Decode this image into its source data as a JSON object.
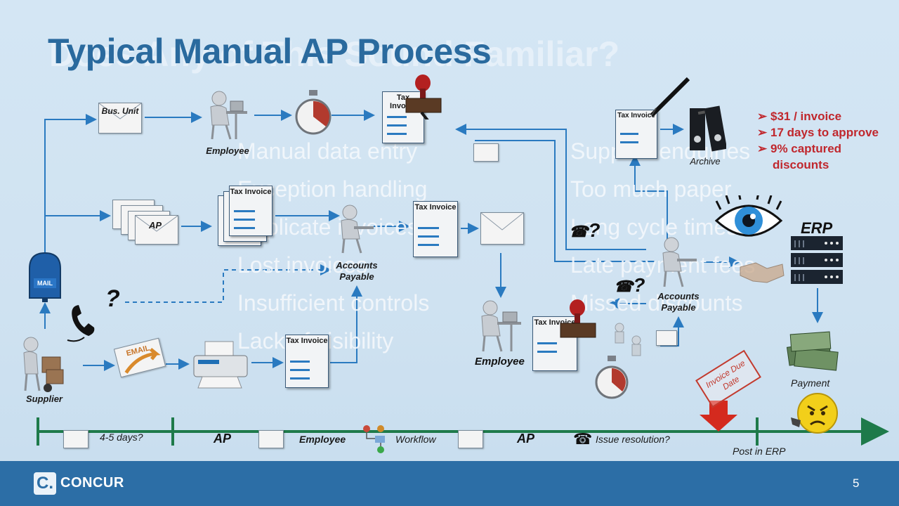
{
  "slide": {
    "title": "Typical Manual AP Process",
    "ghost_title": "Does Any of This Sound Familiar?",
    "page_number": "5"
  },
  "issues_left": [
    "Manual data entry",
    "Exception handling",
    "Duplicate invoices",
    "Lost invoices",
    "Insufficient controls",
    "Lack of visibility"
  ],
  "issues_right": [
    "Supplier enquiries",
    "Too much paper",
    "Long cycle times",
    "Late payment fees",
    "Missed discounts"
  ],
  "stats": [
    "$31 / invoice",
    "17 days to approve",
    "9% captured discounts"
  ],
  "labels": {
    "bus_unit": "Bus. Unit",
    "employee_top": "Employee",
    "ap_stack": "AP",
    "tax_invoice": "Tax Invoice",
    "accounts_payable": "Accounts Payable",
    "archive": "Archive",
    "erp": "ERP",
    "supplier": "Supplier",
    "mail": "MAIL",
    "email": "EMAIL",
    "employee_bottom": "Employee",
    "accounts_payable_right": "Accounts Payable",
    "payment": "Payment",
    "question": "?",
    "due_date_stamp": "Invoice Due Date"
  },
  "timeline": {
    "days": "4-5 days?",
    "ap1": "AP",
    "employee": "Employee",
    "workflow": "Workflow",
    "ap2": "AP",
    "issue": "Issue resolution?",
    "post": "Post in ERP"
  },
  "brand": {
    "name": "CONCUR",
    "mark": "C."
  },
  "colors": {
    "title": "#2a6a9e",
    "stats": "#c0272d",
    "footer": "#2c6ea6",
    "timeline": "#1e7a4a",
    "arrow": "#2a7ac0"
  }
}
